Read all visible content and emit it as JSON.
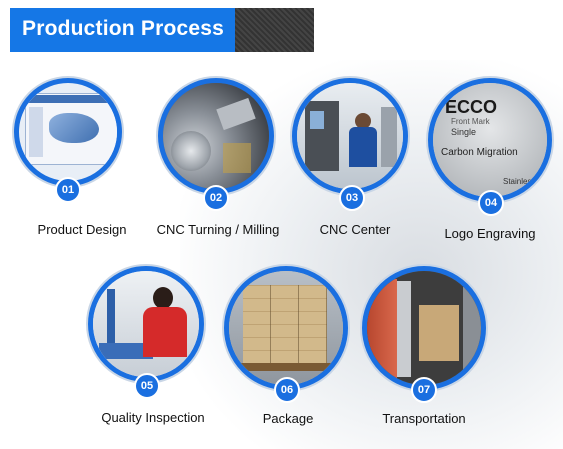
{
  "header": {
    "title": "Production Process"
  },
  "steps": [
    {
      "number": "01",
      "label": "Product Design"
    },
    {
      "number": "02",
      "label": "CNC Turning / Milling"
    },
    {
      "number": "03",
      "label": "CNC Center"
    },
    {
      "number": "04",
      "label": "Logo Engraving"
    },
    {
      "number": "05",
      "label": "Quality Inspection"
    },
    {
      "number": "06",
      "label": "Package"
    },
    {
      "number": "07",
      "label": "Transportation"
    }
  ],
  "photo_text": {
    "logo": "ECCO",
    "line1": "Front Mark",
    "line2": "Single",
    "line3": "Carbon Migration",
    "line4": "Stainless"
  }
}
